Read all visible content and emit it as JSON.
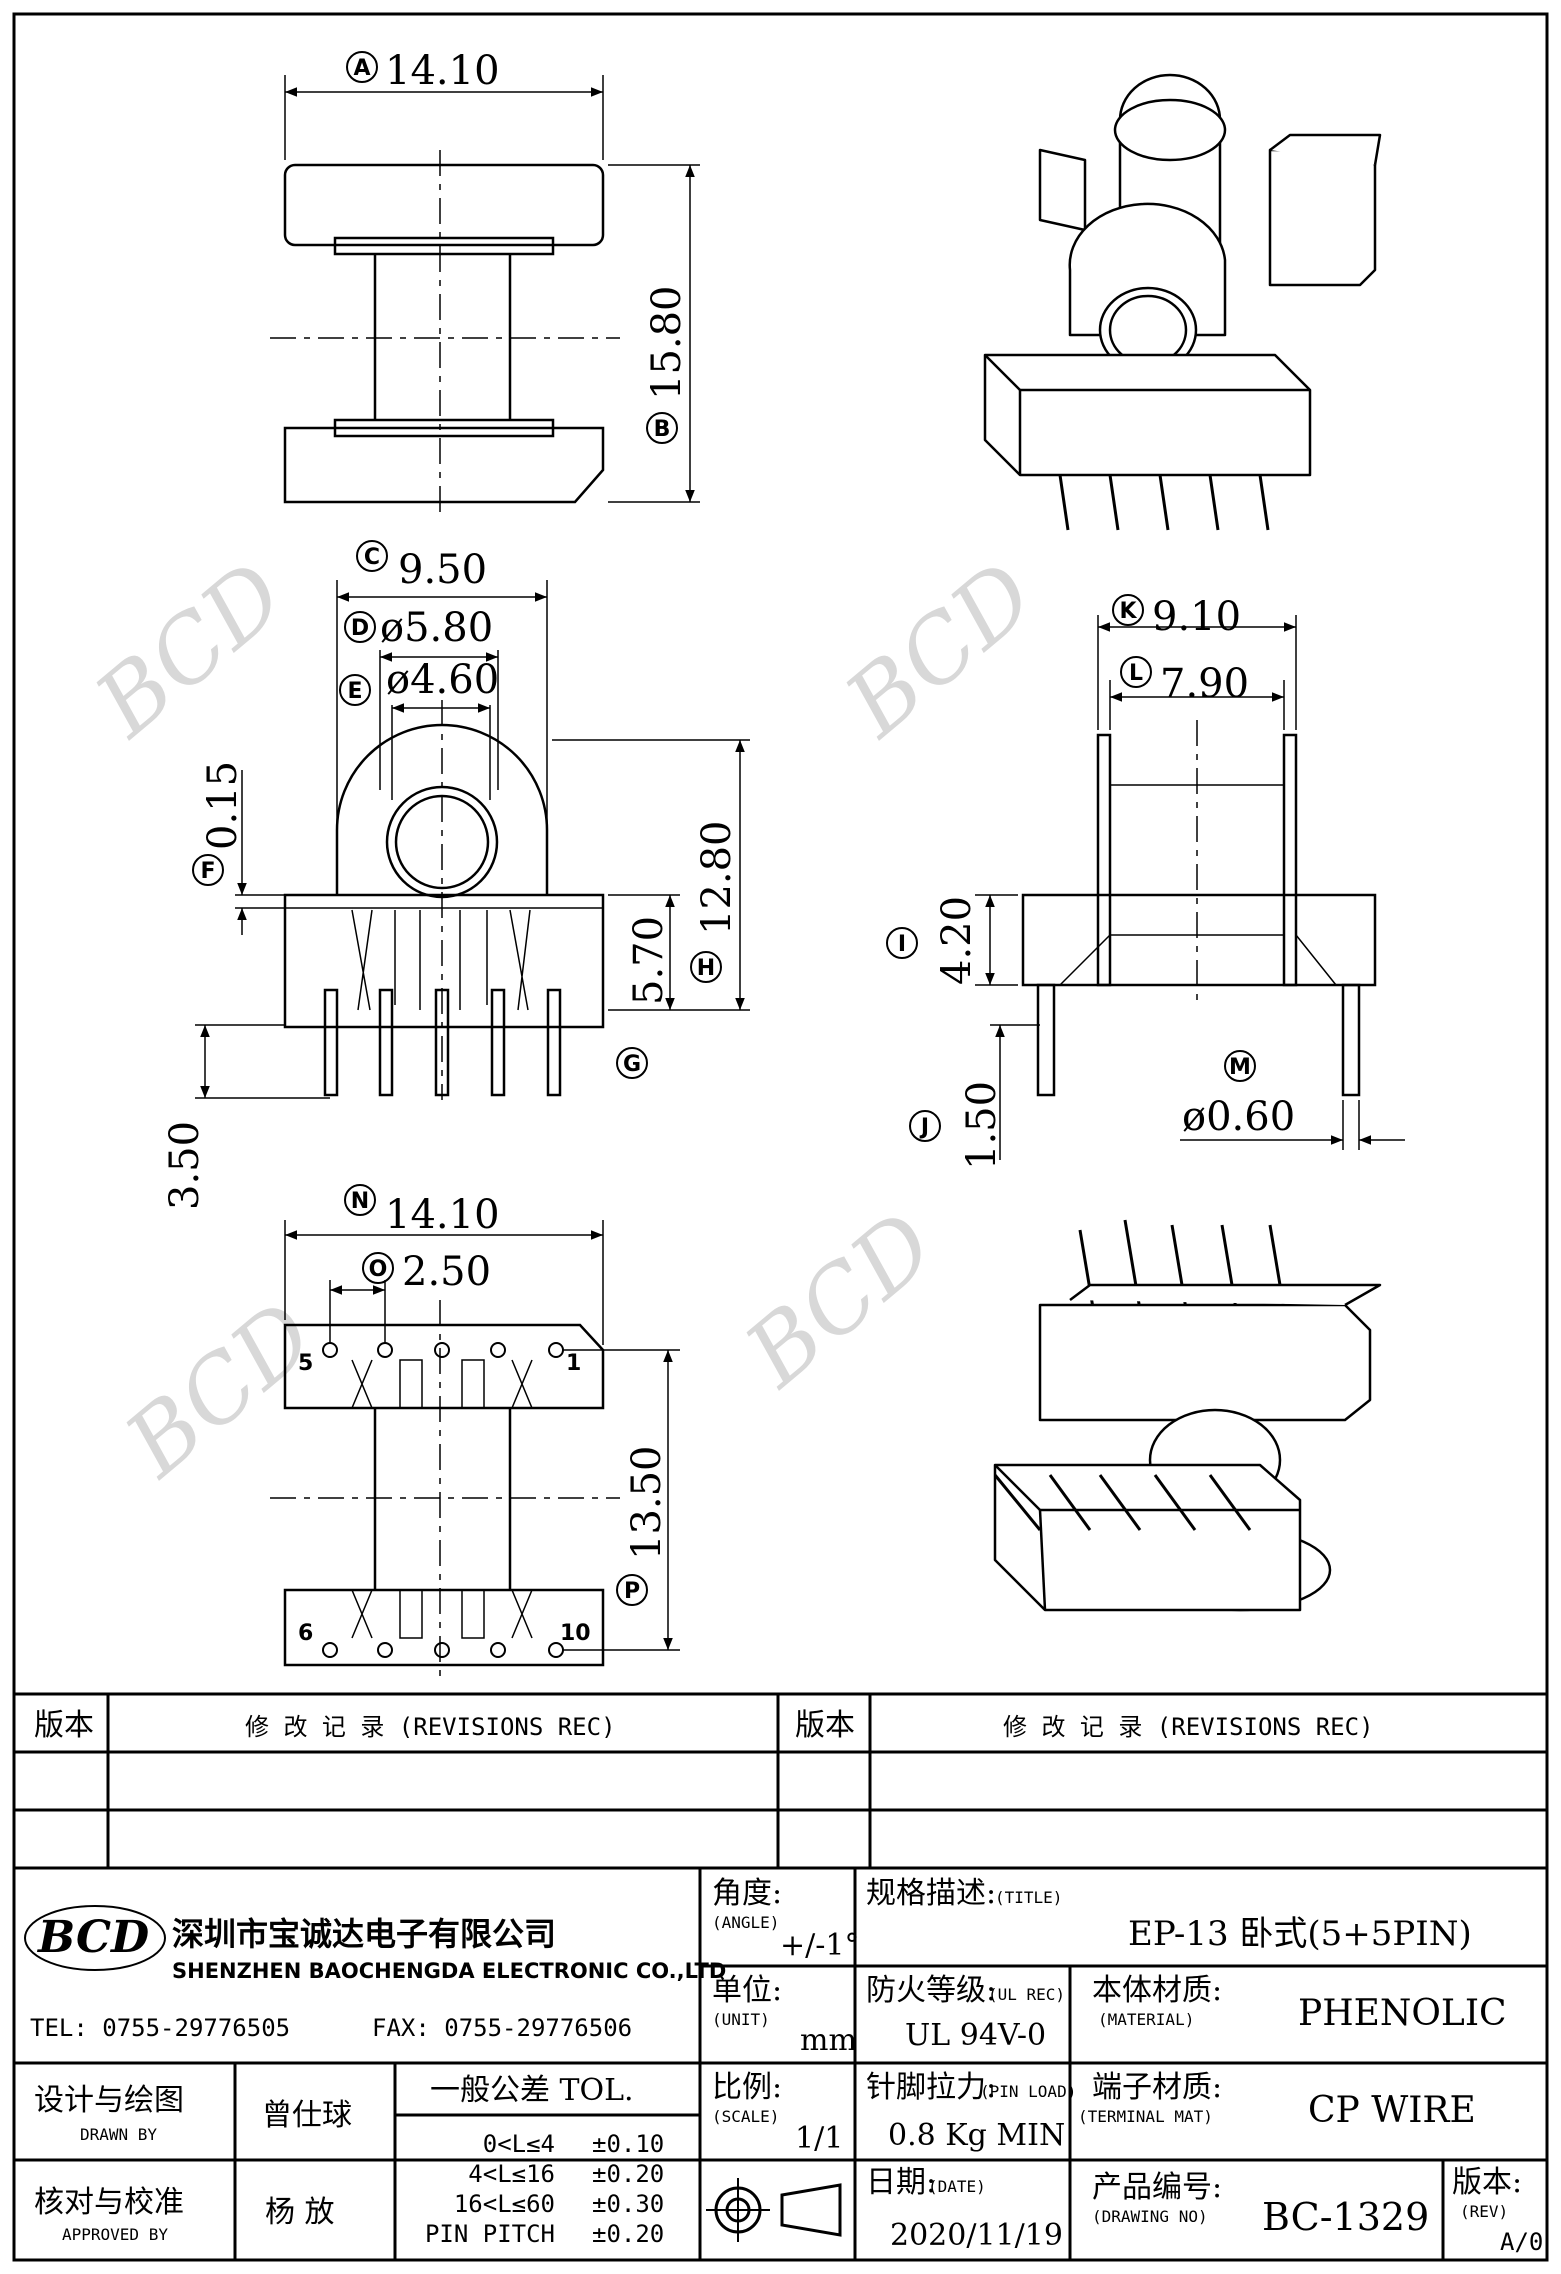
{
  "dims": {
    "A": "14.10",
    "B": "15.80",
    "C": "9.50",
    "D": "ø5.80",
    "E": "ø4.60",
    "F": "0.15",
    "G_val": "5.70",
    "H": "12.80",
    "I": "4.20",
    "J": "1.50",
    "K": "9.10",
    "L": "7.90",
    "M": "ø0.60",
    "N": "14.10",
    "O": "2.50",
    "P": "13.50",
    "lead": "3.50"
  },
  "labels": [
    "A",
    "B",
    "C",
    "D",
    "E",
    "F",
    "G",
    "H",
    "I",
    "J",
    "K",
    "L",
    "M",
    "N",
    "O",
    "P"
  ],
  "pins": {
    "p5": "5",
    "p1": "1",
    "p6": "6",
    "p10": "10"
  },
  "watermark": "BCD",
  "revisions": {
    "col1": "版本",
    "col2": "修 改 记 录 (REVISIONS REC)",
    "col3": "版本",
    "col4": "修 改 记 录 (REVISIONS REC)"
  },
  "company": {
    "logo": "BCD",
    "name_cn": "深圳市宝诚达电子有限公司",
    "name_en": "SHENZHEN BAOCHENGDA ELECTRONIC CO.,LTD",
    "tel": "TEL: 0755-29776505",
    "fax": "FAX: 0755-29776506"
  },
  "title_block": {
    "angle_label": "角度:",
    "angle_en": "(ANGLE)",
    "angle_val": "+/-1°",
    "title_label": "规格描述:",
    "title_en": "(TITLE)",
    "title_val": "EP-13 卧式(5+5PIN)",
    "unit_label": "单位:",
    "unit_en": "(UNIT)",
    "unit_val": "mm",
    "fire_label": "防火等级:",
    "fire_en": "(UL REC)",
    "fire_val": "UL 94V-0",
    "mat_label": "本体材质:",
    "mat_en": "(MATERIAL)",
    "mat_val": "PHENOLIC",
    "scale_label": "比例:",
    "scale_en": "(SCALE)",
    "scale_val": "1/1",
    "pinload_label": "针脚拉力:",
    "pinload_en": "(PIN LOAD)",
    "pinload_val": "0.8 Kg MIN",
    "term_label": "端子材质:",
    "term_en": "(TERMINAL MAT)",
    "term_val": "CP WIRE",
    "date_label": "日期:",
    "date_en": "(DATE)",
    "date_val": "2020/11/19",
    "dwg_label": "产品编号:",
    "dwg_en": "(DRAWING NO)",
    "dwg_val": "BC-1329",
    "rev_label": "版本:",
    "rev_en": "(REV)",
    "rev_val": "A/0",
    "drawn_label": "设计与绘图",
    "drawn_en": "DRAWN BY",
    "drawn_val": "曾仕球",
    "appr_label": "核对与校准",
    "appr_en": "APPROVED BY",
    "appr_val": "杨 放",
    "tol_title": "一般公差 TOL.",
    "tol": [
      {
        "range": "0<L≤4",
        "val": "±0.10"
      },
      {
        "range": "4<L≤16",
        "val": "±0.20"
      },
      {
        "range": "16<L≤60",
        "val": "±0.30"
      },
      {
        "range": "PIN PITCH",
        "val": "±0.20"
      }
    ]
  }
}
